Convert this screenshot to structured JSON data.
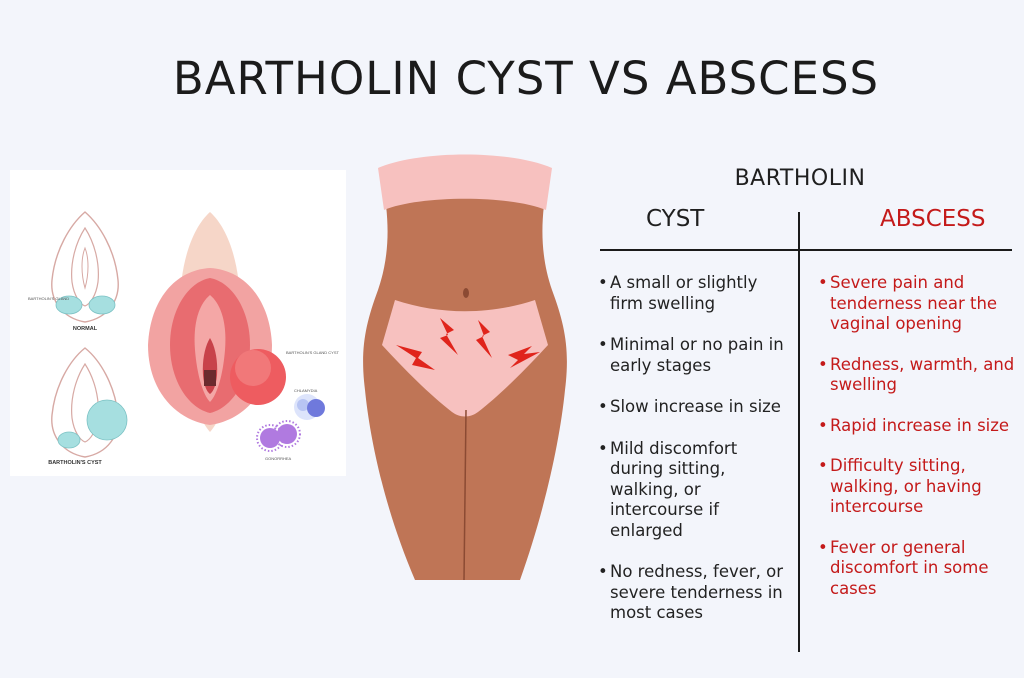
{
  "title": "BARTHOLIN CYST VS ABSCESS",
  "left_figure": {
    "label_normal": "NORMAL",
    "label_bartholins_cyst": "BARTHOLIN'S CYST",
    "label_gland": "BARTHOLIN'S GLAND",
    "label_gland_cyst": "BARTHOLIN'S GLAND CYST",
    "label_chlamydia": "CHLAMYDIA",
    "label_gonorrhea": "GONORRHEA"
  },
  "table": {
    "heading": "BARTHOLIN",
    "col_cyst": "CYST",
    "col_abscess": "ABSCESS",
    "cyst_items": [
      "A small or slightly firm swelling",
      "Minimal or no pain in early stages",
      "Slow increase in size",
      "Mild discomfort during sitting, walking, or intercourse if enlarged",
      "No redness, fever, or severe tenderness in most cases"
    ],
    "abscess_items": [
      "Severe pain and tenderness near the vaginal opening",
      "Redness, warmth, and swelling",
      "Rapid increase in size",
      "Difficulty sitting, walking, or having intercourse",
      "Fever or general discomfort in some cases"
    ]
  },
  "colors": {
    "background": "#f3f5fb",
    "abscess_red": "#c41a1a",
    "skin": "#bf7556",
    "underwear": "#f7c1bf",
    "pain_red": "#e0241b",
    "gland_teal": "#8fd3d3"
  }
}
